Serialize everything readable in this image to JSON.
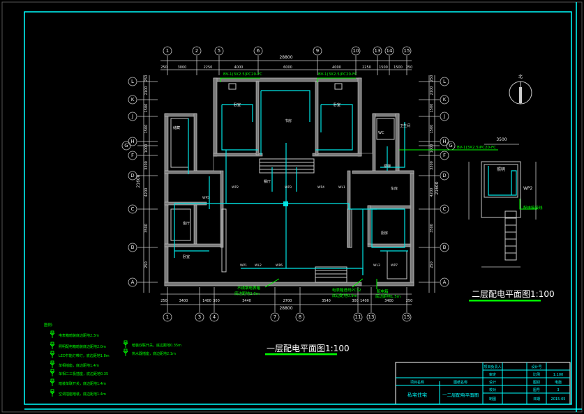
{
  "drawing": {
    "main_title": "一层配电平面图1:100",
    "second_title": "二层配电平面图1:100",
    "north_label": "北",
    "colors": {
      "background": "#000000",
      "frame": "#00ffff",
      "walls": "#c8c8c8",
      "wiring": "#00e5e5",
      "annotation": "#00ff00"
    }
  },
  "axes": {
    "top": [
      "1",
      "2",
      "5",
      "6",
      "9",
      "10",
      "13",
      "14",
      "15"
    ],
    "bottom": [
      "1",
      "3",
      "4",
      "7",
      "8",
      "11",
      "13",
      "15"
    ],
    "left": [
      "L",
      "K",
      "J",
      "H",
      "G",
      "F",
      "D",
      "C",
      "B",
      "A"
    ],
    "right": [
      "L",
      "K",
      "J",
      "H",
      "G",
      "F",
      "D",
      "C",
      "B",
      "A"
    ]
  },
  "dimensions": {
    "top_total": "28800",
    "top_segments": [
      "250",
      "3000",
      "2250",
      "4000",
      "6000",
      "4000",
      "2250",
      "1500",
      "1500",
      "250"
    ],
    "bottom_total": "28800",
    "bottom_segments": [
      "250",
      "3400",
      "1400",
      "300",
      "3440",
      "2700",
      "3540",
      "300",
      "1400",
      "3400",
      "250"
    ],
    "left_total": "21600",
    "left_segments": [
      "250",
      "2100",
      "1500",
      "1500",
      "1000",
      "3300",
      "4200",
      "3500",
      "250"
    ],
    "right_total": "21600",
    "side_plan_width": "3500"
  },
  "annotations": {
    "cable_left": "BV-1(3X2.5)PC20-FC",
    "cable_right": "BV-1(3X2.5)PC20-FC",
    "cable_east": "BV-1(3X2.5)PC20-FC",
    "meter_box_1": "不锈钢电表箱",
    "meter_box_1_height": "底边距地2.0m",
    "meter_box_2": "电表箱进线PC32",
    "meter_box_2_height": "底边距地0.9m",
    "dist_box": "配电箱",
    "dist_box_2": "底边距地1.5m",
    "side_box": "配电箱接线",
    "side_lbl_1": "照明",
    "side_lbl_2": "WP2"
  },
  "rooms": [
    "卧室",
    "书房",
    "卧室",
    "储藏",
    "客厅",
    "厨房",
    "卫生间",
    "餐厅",
    "卧室",
    "车库",
    "WC",
    "楼梯"
  ],
  "circuits": [
    "WP2",
    "WP3",
    "WP4",
    "WL1",
    "WP5",
    "WP1",
    "WL2",
    "WP6",
    "WL3",
    "WP7"
  ],
  "legend": {
    "heading": "图例:",
    "items": [
      {
        "icon": "meter-box-icon",
        "text": "电表箱暗装底边距地2.3m"
      },
      {
        "icon": "distribution-box-icon",
        "text": "照明配电箱暗装底边距地2.0m"
      },
      {
        "icon": "led-light-icon",
        "text": "LED节能灯带灯，底边距地1.8m"
      },
      {
        "icon": "single-socket-icon",
        "text": "单相插座，底边距地1.4m"
      },
      {
        "icon": "two-three-socket-icon",
        "text": "单相二三极插座，底边距地0.35"
      },
      {
        "icon": "single-switch-icon",
        "text": "暗装单联开关，底边距地1.4m"
      },
      {
        "icon": "ac-socket-icon",
        "text": "空调插座暗装，底边距地1.4m"
      },
      {
        "icon": "double-switch-icon",
        "text": "暗装双联开关，底边距地0.35m"
      },
      {
        "icon": "water-heater-socket-icon",
        "text": "热水器插座，底边距地2.1m"
      }
    ]
  },
  "title_block": {
    "project_lead": "项目负责人",
    "approved": "审定",
    "design_no": "设计号",
    "scale_label": "比例",
    "scale": "1:100",
    "project_name_label": "项目名称",
    "drawing_name_label": "图纸名称",
    "design": "设计",
    "drawing_type_label": "图别",
    "drawing_type": "电施",
    "project_name": "私宅住宅",
    "drawing_name": "一二层配电平面图",
    "check": "校对",
    "sheet_no_label": "图号",
    "sheet_no": "3",
    "drafter": "制图",
    "date_label": "日期",
    "date": "2015-05"
  }
}
